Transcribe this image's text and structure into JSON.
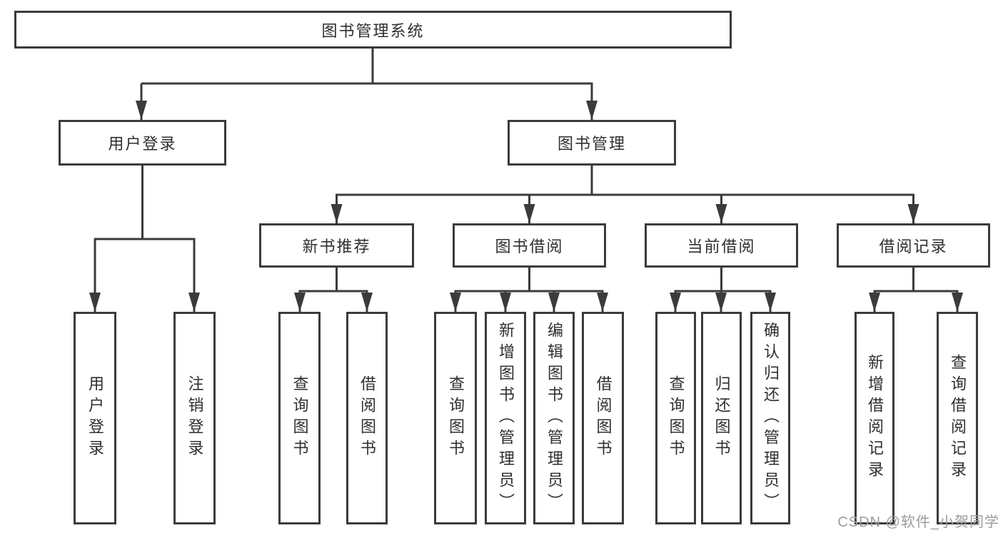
{
  "tree": {
    "label": "图书管理系统",
    "children": [
      {
        "label": "用户登录",
        "children": [
          {
            "label": "用户登录"
          },
          {
            "label": "注销登录"
          }
        ]
      },
      {
        "label": "图书管理",
        "children": [
          {
            "label": "新书推荐",
            "children": [
              {
                "label": "查询图书"
              },
              {
                "label": "借阅图书"
              }
            ]
          },
          {
            "label": "图书借阅",
            "children": [
              {
                "label": "查询图书"
              },
              {
                "label": "新增图书（管理员）"
              },
              {
                "label": "编辑图书（管理员）"
              },
              {
                "label": "借阅图书"
              }
            ]
          },
          {
            "label": "当前借阅",
            "children": [
              {
                "label": "查询图书"
              },
              {
                "label": "归还图书"
              },
              {
                "label": "确认归还（管理员）"
              }
            ]
          },
          {
            "label": "借阅记录",
            "children": [
              {
                "label": "新增借阅记录"
              },
              {
                "label": "查询借阅记录"
              }
            ]
          }
        ]
      }
    ]
  },
  "watermark": "CSDN @软件_小贺同学",
  "colors": {
    "line": "#3b3b3b",
    "text": "#2f2f2f",
    "watermark": "#9c9c9c",
    "background": "#ffffff"
  }
}
